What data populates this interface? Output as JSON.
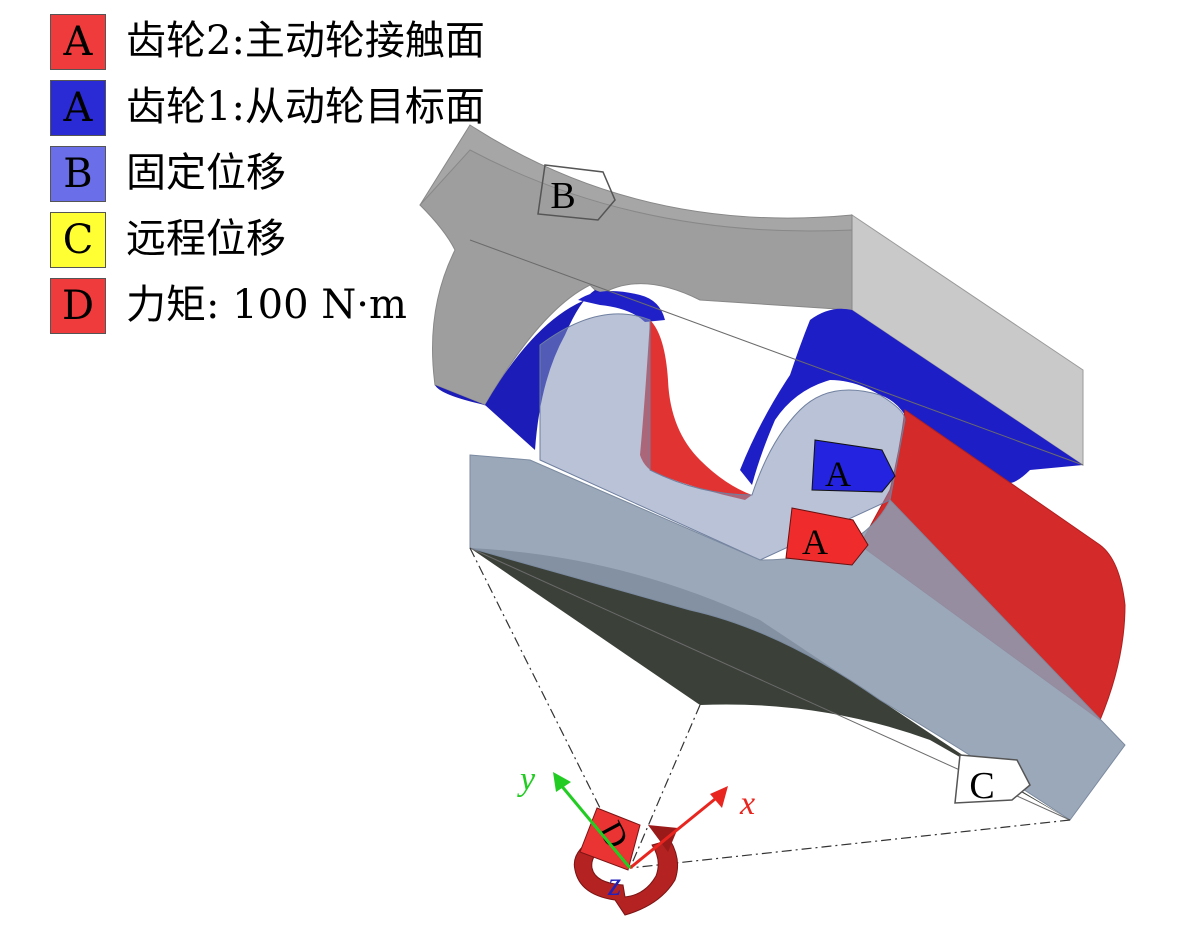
{
  "legend": [
    {
      "letter": "A",
      "label": "齿轮2:主动轮接触面",
      "color": "#ef3b3b"
    },
    {
      "letter": "A",
      "label": "齿轮1:从动轮目标面",
      "color": "#2b2bd6"
    },
    {
      "letter": "B",
      "label": "固定位移",
      "color": "#6a6ee8"
    },
    {
      "letter": "C",
      "label": "远程位移",
      "color": "#ffff33"
    },
    {
      "letter": "D",
      "label": "力矩: 100 N·m",
      "color": "#ef3b3b"
    }
  ],
  "markers": {
    "b": "B",
    "c": "C",
    "a_target": "A",
    "a_contact": "A",
    "d": "D"
  },
  "axes": {
    "x": "x",
    "y": "y",
    "z": "z",
    "x_color": "#e8261f",
    "y_color": "#22cc22",
    "z_color": "#2222bb"
  }
}
